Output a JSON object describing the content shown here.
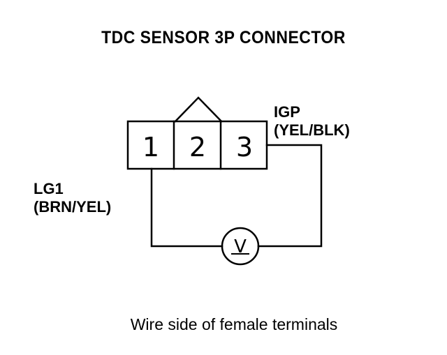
{
  "title": "TDC SENSOR 3P CONNECTOR",
  "connector": {
    "pins": [
      "1",
      "2",
      "3"
    ]
  },
  "wires": {
    "igp": {
      "name": "IGP",
      "color": "(YEL/BLK)"
    },
    "lg1": {
      "name": "LG1",
      "color": "(BRN/YEL)"
    }
  },
  "meter": {
    "symbol": "V"
  },
  "caption": "Wire side of female terminals"
}
